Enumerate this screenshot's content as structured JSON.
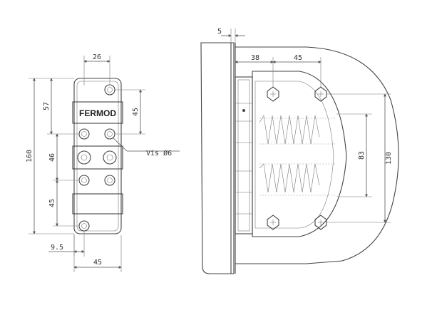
{
  "front_view": {
    "brand": "FERMOD",
    "screw_note": "Vis Ø6",
    "dims": {
      "width_top": "26",
      "height_total": "160",
      "height_upper": "57",
      "spacing_45_right": "45",
      "spacing_46": "46",
      "spacing_45_lower": "45",
      "offset_bottom": "9.5",
      "width_bottom": "45"
    }
  },
  "side_view": {
    "dims": {
      "wall": "5",
      "offset_38": "38",
      "offset_45": "45",
      "height_130": "130",
      "height_83": "83"
    }
  },
  "colors": {
    "line": "#444444",
    "text": "#333333",
    "background": "#ffffff"
  }
}
